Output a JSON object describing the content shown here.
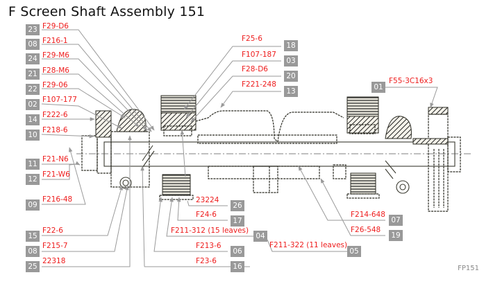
{
  "title": "F Screen Shaft Assembly 151",
  "figure_code": "FP151",
  "colors": {
    "label": "#ee1c1c",
    "badge_bg": "#999999",
    "badge_text": "#ffffff",
    "leader": "#9a9a9a"
  },
  "callouts": [
    {
      "num": "23",
      "part": "F29-D6"
    },
    {
      "num": "08",
      "part": "F216-1"
    },
    {
      "num": "24",
      "part": "F29-M6"
    },
    {
      "num": "21",
      "part": "F28-M6"
    },
    {
      "num": "22",
      "part": "F29-06"
    },
    {
      "num": "02",
      "part": "F107-177"
    },
    {
      "num": "14",
      "part": "F222-6"
    },
    {
      "num": "10",
      "part": "F218-6"
    },
    {
      "num": "11",
      "part": "F21-N6"
    },
    {
      "num": "12",
      "part": "F21-W6"
    },
    {
      "num": "09",
      "part": "F216-48"
    },
    {
      "num": "15",
      "part": "F22-6"
    },
    {
      "num": "08",
      "part": "F215-7"
    },
    {
      "num": "25",
      "part": "22318"
    },
    {
      "num": "18",
      "part": "F25-6"
    },
    {
      "num": "03",
      "part": "F107-187"
    },
    {
      "num": "20",
      "part": "F28-D6"
    },
    {
      "num": "13",
      "part": "F221-248"
    },
    {
      "num": "01",
      "part": "F55-3C16x3"
    },
    {
      "num": "26",
      "part": "23224"
    },
    {
      "num": "17",
      "part": "F24-6"
    },
    {
      "num": "04",
      "part": "F211-312 (15 leaves)"
    },
    {
      "num": "06",
      "part": "F213-6"
    },
    {
      "num": "16",
      "part": "F23-6"
    },
    {
      "num": "05",
      "part": "F211-322 (11 leaves)"
    },
    {
      "num": "07",
      "part": "F214-648"
    },
    {
      "num": "19",
      "part": "F26-548"
    }
  ]
}
